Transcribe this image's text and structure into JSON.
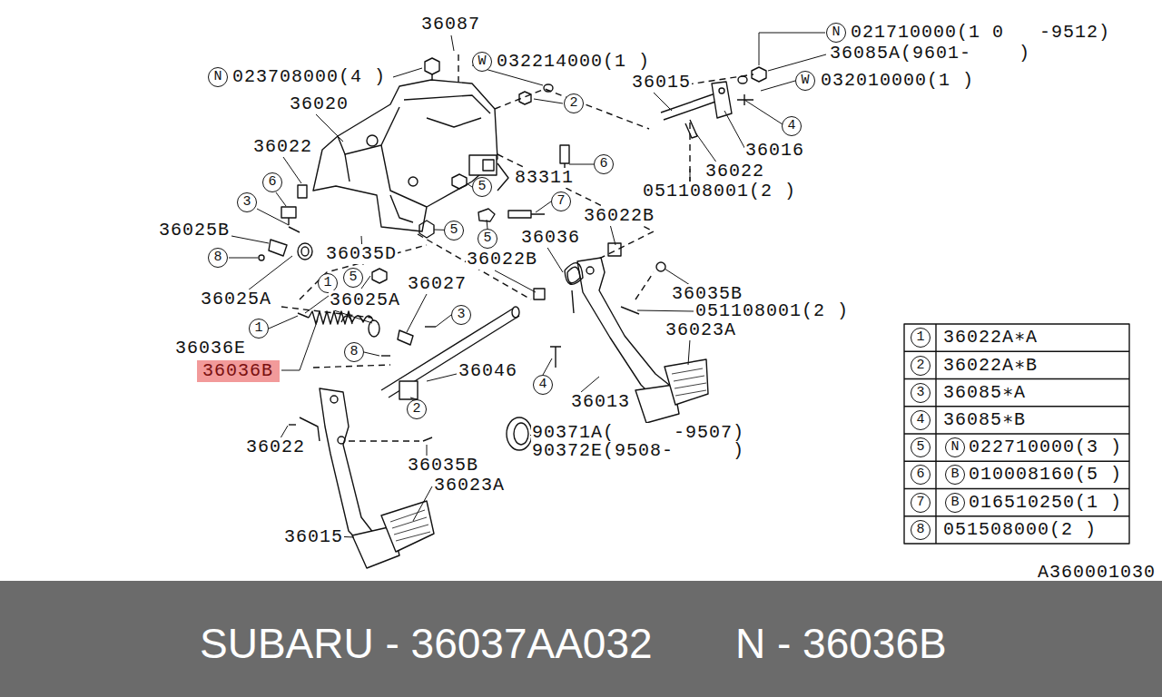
{
  "diagram": {
    "nodes": [
      {
        "text": [
          "36036B"
        ]
      },
      {
        "text": [
          "SUBARU - 36037AA032",
          "N - 36036B"
        ]
      }
    ],
    "labels": [
      "36087",
      "N",
      "023708000(4 )",
      "W",
      "032214000(1 )",
      "N",
      "021710000(1 0   -9512)",
      "36085A(9601-    )",
      "36015",
      "W",
      "032010000(1 )",
      "36020",
      "2",
      "4",
      "36022",
      "36016",
      "6",
      "36022",
      "83311",
      "6",
      "5",
      "051108001(2 )",
      "7",
      "3",
      "36022B",
      "36025B",
      "5",
      "36036",
      "5",
      "36035D",
      "8",
      "36022B",
      "5",
      "1",
      "36027",
      "36035B",
      "36025A",
      "36025A",
      "051108001(2 )",
      "3",
      "1",
      "36023A",
      "36036E",
      "8",
      "36046",
      "4",
      "36013",
      "2",
      "90371A(     -9507)",
      "90372E(9508-     )",
      "36022",
      "36035B",
      "36023A",
      "36015",
      "A360001030",
      "1",
      "36022A∗A",
      "2",
      "36022A∗B",
      "3",
      "36085∗A",
      "4",
      "36085∗B",
      "5",
      "N",
      "022710000(3 )",
      "6",
      "B",
      "010008160(5 )",
      "7",
      "B",
      "016510250(1 )",
      "8",
      "051508000(2 )"
    ]
  }
}
